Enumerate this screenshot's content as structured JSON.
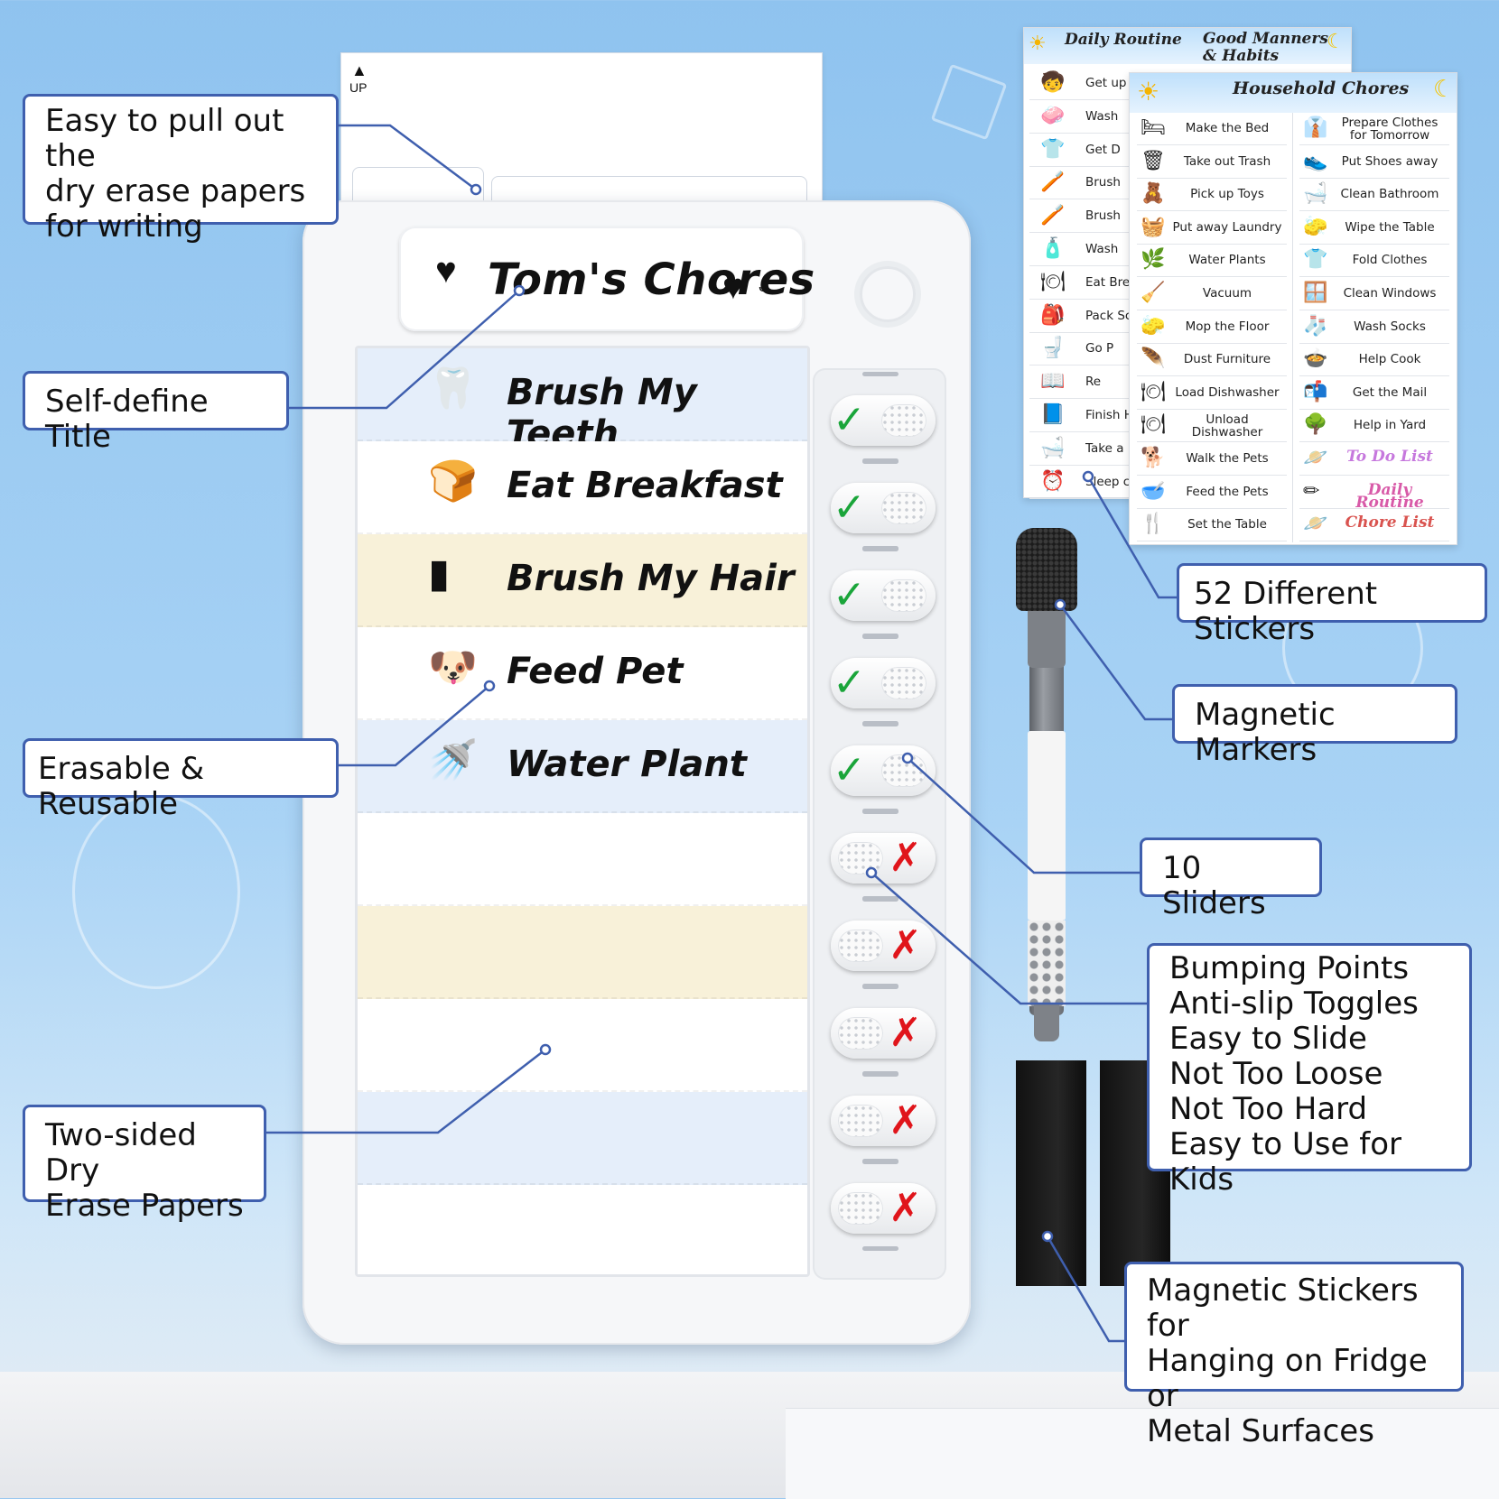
{
  "callouts": {
    "pull_out": "Easy to pull out the\ndry erase papers\nfor writing",
    "title": "Self-define Title",
    "erasable": "Erasable & Reusable",
    "two_sided": "Two-sided Dry\nErase Papers",
    "stickers": "52 Different Stickers",
    "markers": "Magnetic Markers",
    "sliders": "10 Sliders",
    "bumping": "Bumping Points\nAnti-slip Toggles\nEasy to Slide\nNot Too Loose\nNot Too Hard\nEasy to Use for Kids",
    "magnetic": "Magnetic Stickers for\nHanging on Fridge or\nMetal Surfaces"
  },
  "paper": {
    "up_label": "UP"
  },
  "board": {
    "title": "Tom's Chores",
    "rows": [
      {
        "label": "Brush My Teeth",
        "icon": "tooth-icon",
        "bg": "#e5eefa"
      },
      {
        "label": "Eat Breakfast",
        "icon": "bread-icon",
        "bg": "#ffffff"
      },
      {
        "label": "Brush My Hair",
        "icon": "comb-icon",
        "bg": "#f8f1d9"
      },
      {
        "label": "Feed Pet",
        "icon": "dog-icon",
        "bg": "#ffffff"
      },
      {
        "label": "Water Plant",
        "icon": "watering-can-icon",
        "bg": "#e5eefa"
      },
      {
        "label": "",
        "icon": "",
        "bg": "#ffffff"
      },
      {
        "label": "",
        "icon": "",
        "bg": "#f8f1d9"
      },
      {
        "label": "",
        "icon": "",
        "bg": "#ffffff"
      },
      {
        "label": "",
        "icon": "",
        "bg": "#e5eefa"
      },
      {
        "label": "",
        "icon": "",
        "bg": "#ffffff"
      }
    ],
    "sliders": [
      "done",
      "done",
      "done",
      "done",
      "done",
      "todo",
      "todo",
      "todo",
      "todo",
      "todo"
    ],
    "check_color": "#1aa53a",
    "cross_color": "#e0151b"
  },
  "back_sheet": {
    "title_left": "Daily Routine",
    "title_right": "Good Manners\n& Habits",
    "rows": [
      "Get up",
      "Wash",
      "Get D",
      "Brush",
      "Brush",
      "Wash",
      "Eat Bre",
      "Pack Sch",
      "Go P",
      "Re",
      "Finish Ho",
      "Take a",
      "Sleep c"
    ]
  },
  "front_sheet": {
    "title": "Household Chores",
    "left": [
      "Make the Bed",
      "Take out Trash",
      "Pick up Toys",
      "Put away Laundry",
      "Water Plants",
      "Vacuum",
      "Mop the Floor",
      "Dust Furniture",
      "Load Dishwasher",
      "Unload\nDishwasher",
      "Walk the Pets",
      "Feed the Pets",
      "Set the Table"
    ],
    "right": [
      "Prepare Clothes\nfor Tomorrow",
      "Put Shoes away",
      "Clean Bathroom",
      "Wipe the Table",
      "Fold Clothes",
      "Clean Windows",
      "Wash Socks",
      "Help Cook",
      "Get the Mail",
      "Help in Yard",
      "To Do List",
      "Daily Routine",
      "Chore List"
    ]
  }
}
